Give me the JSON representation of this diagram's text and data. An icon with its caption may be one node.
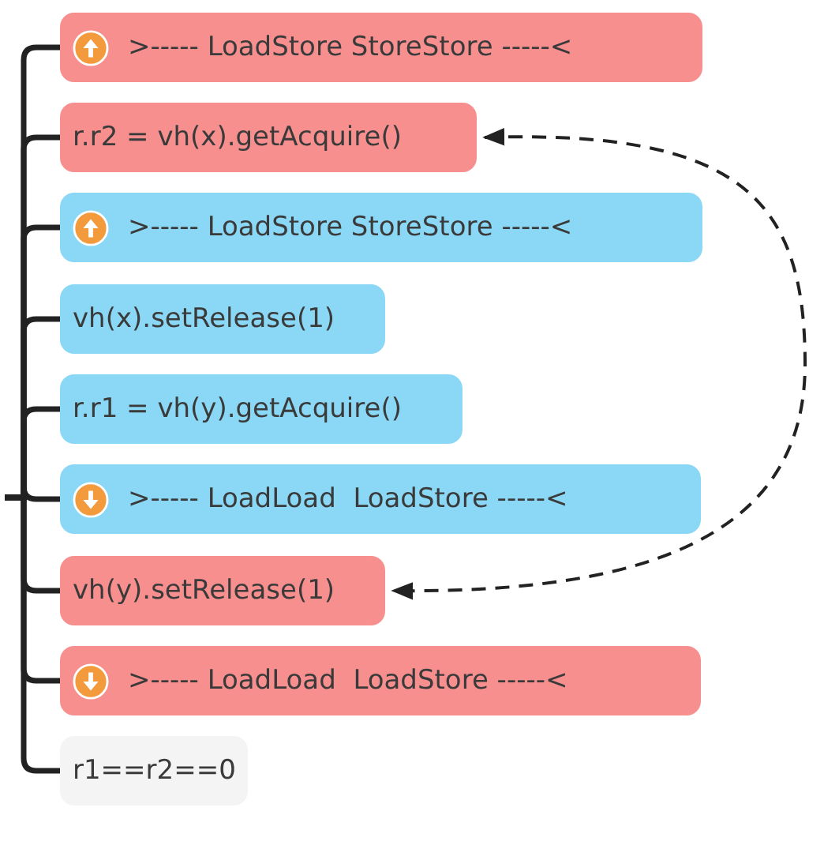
{
  "diagram": {
    "nodes": [
      {
        "text": [
          ">----- LoadStore StoreStore -----<"
        ]
      },
      {
        "text": [
          "r.r2 = vh(x).getAcquire()"
        ]
      },
      {
        "text": [
          ">----- LoadStore StoreStore -----<"
        ]
      },
      {
        "text": [
          "vh(x).setRelease(1)"
        ]
      },
      {
        "text": [
          "r.r1 = vh(y).getAcquire()"
        ]
      },
      {
        "text": [
          ">----- LoadLoad  LoadStore -----<"
        ]
      },
      {
        "text": [
          "vh(y).setRelease(1)"
        ]
      },
      {
        "text": [
          ">----- LoadLoad  LoadStore -----<"
        ]
      },
      {
        "text": [
          "r1==r2==0"
        ]
      }
    ],
    "edges": [
      {
        "from": null,
        "to": 0,
        "arrow": "none"
      },
      {
        "from": null,
        "to": 1,
        "arrow": "none"
      },
      {
        "from": null,
        "to": 2,
        "arrow": "none"
      },
      {
        "from": null,
        "to": 3,
        "arrow": "none"
      },
      {
        "from": null,
        "to": 4,
        "arrow": "none"
      },
      {
        "from": null,
        "to": 5,
        "arrow": "none"
      },
      {
        "from": null,
        "to": 6,
        "arrow": "none"
      },
      {
        "from": null,
        "to": 7,
        "arrow": "none"
      },
      {
        "from": null,
        "to": 8,
        "arrow": "none"
      },
      {
        "from": 1,
        "to": 6,
        "arrow": "both",
        "style": "dashed"
      }
    ]
  }
}
